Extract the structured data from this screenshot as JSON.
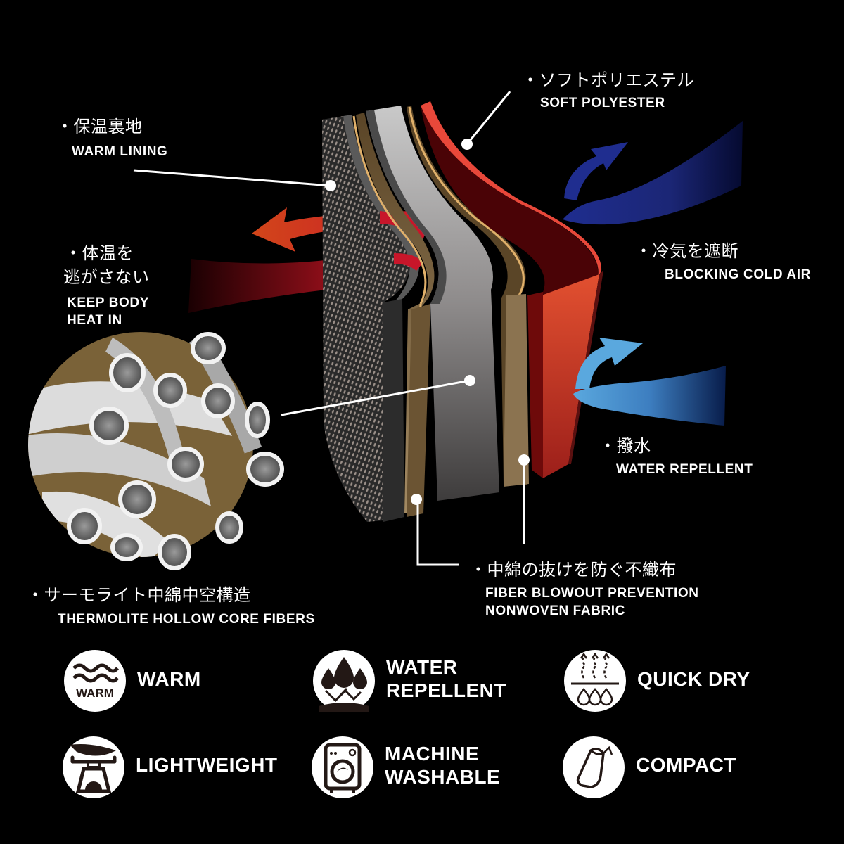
{
  "callouts": {
    "warm_lining": {
      "jp": "・保温裏地",
      "en": "WARM LINING"
    },
    "keep_heat": {
      "jp_line1": "・体温を",
      "jp_line2": "逃がさない",
      "en_line1": "KEEP BODY",
      "en_line2": "HEAT IN"
    },
    "soft_polyester": {
      "jp": "・ソフトポリエステル",
      "en": "SOFT POLYESTER"
    },
    "blocking_cold": {
      "jp": "・冷気を遮断",
      "en": "BLOCKING COLD AIR"
    },
    "water_repellent": {
      "jp": "・撥水",
      "en": "WATER REPELLENT"
    },
    "nonwoven": {
      "jp": "・中綿の抜けを防ぐ不織布",
      "en_line1": "FIBER BLOWOUT PREVENTION",
      "en_line2": "NONWOVEN FABRIC"
    },
    "thermolite": {
      "jp": "・サーモライト中綿中空構造",
      "en": "THERMOLITE HOLLOW CORE FIBERS"
    }
  },
  "features": [
    {
      "icon": "warm-icon",
      "icon_text": "WARM",
      "line1": "WARM",
      "line2": ""
    },
    {
      "icon": "water-repellent-icon",
      "line1": "WATER",
      "line2": "REPELLENT"
    },
    {
      "icon": "quick-dry-icon",
      "line1": "QUICK DRY",
      "line2": ""
    },
    {
      "icon": "lightweight-icon",
      "line1": "LIGHTWEIGHT",
      "line2": ""
    },
    {
      "icon": "washing-machine-icon",
      "line1": "MACHINE",
      "line2": "WASHABLE"
    },
    {
      "icon": "compact-icon",
      "line1": "COMPACT",
      "line2": ""
    }
  ],
  "colors": {
    "background": "#000000",
    "outer_red": "#e8483a",
    "dark_red": "#4a0306",
    "tan": "#5a4527",
    "tan_edge": "#e0b06a",
    "gray_core": "#b8b8b8",
    "fiber_bg": "#7a6238",
    "cold_blue": "#1f2d8f",
    "water_blue": "#5aa8de",
    "heat_red": "#c8201f"
  }
}
